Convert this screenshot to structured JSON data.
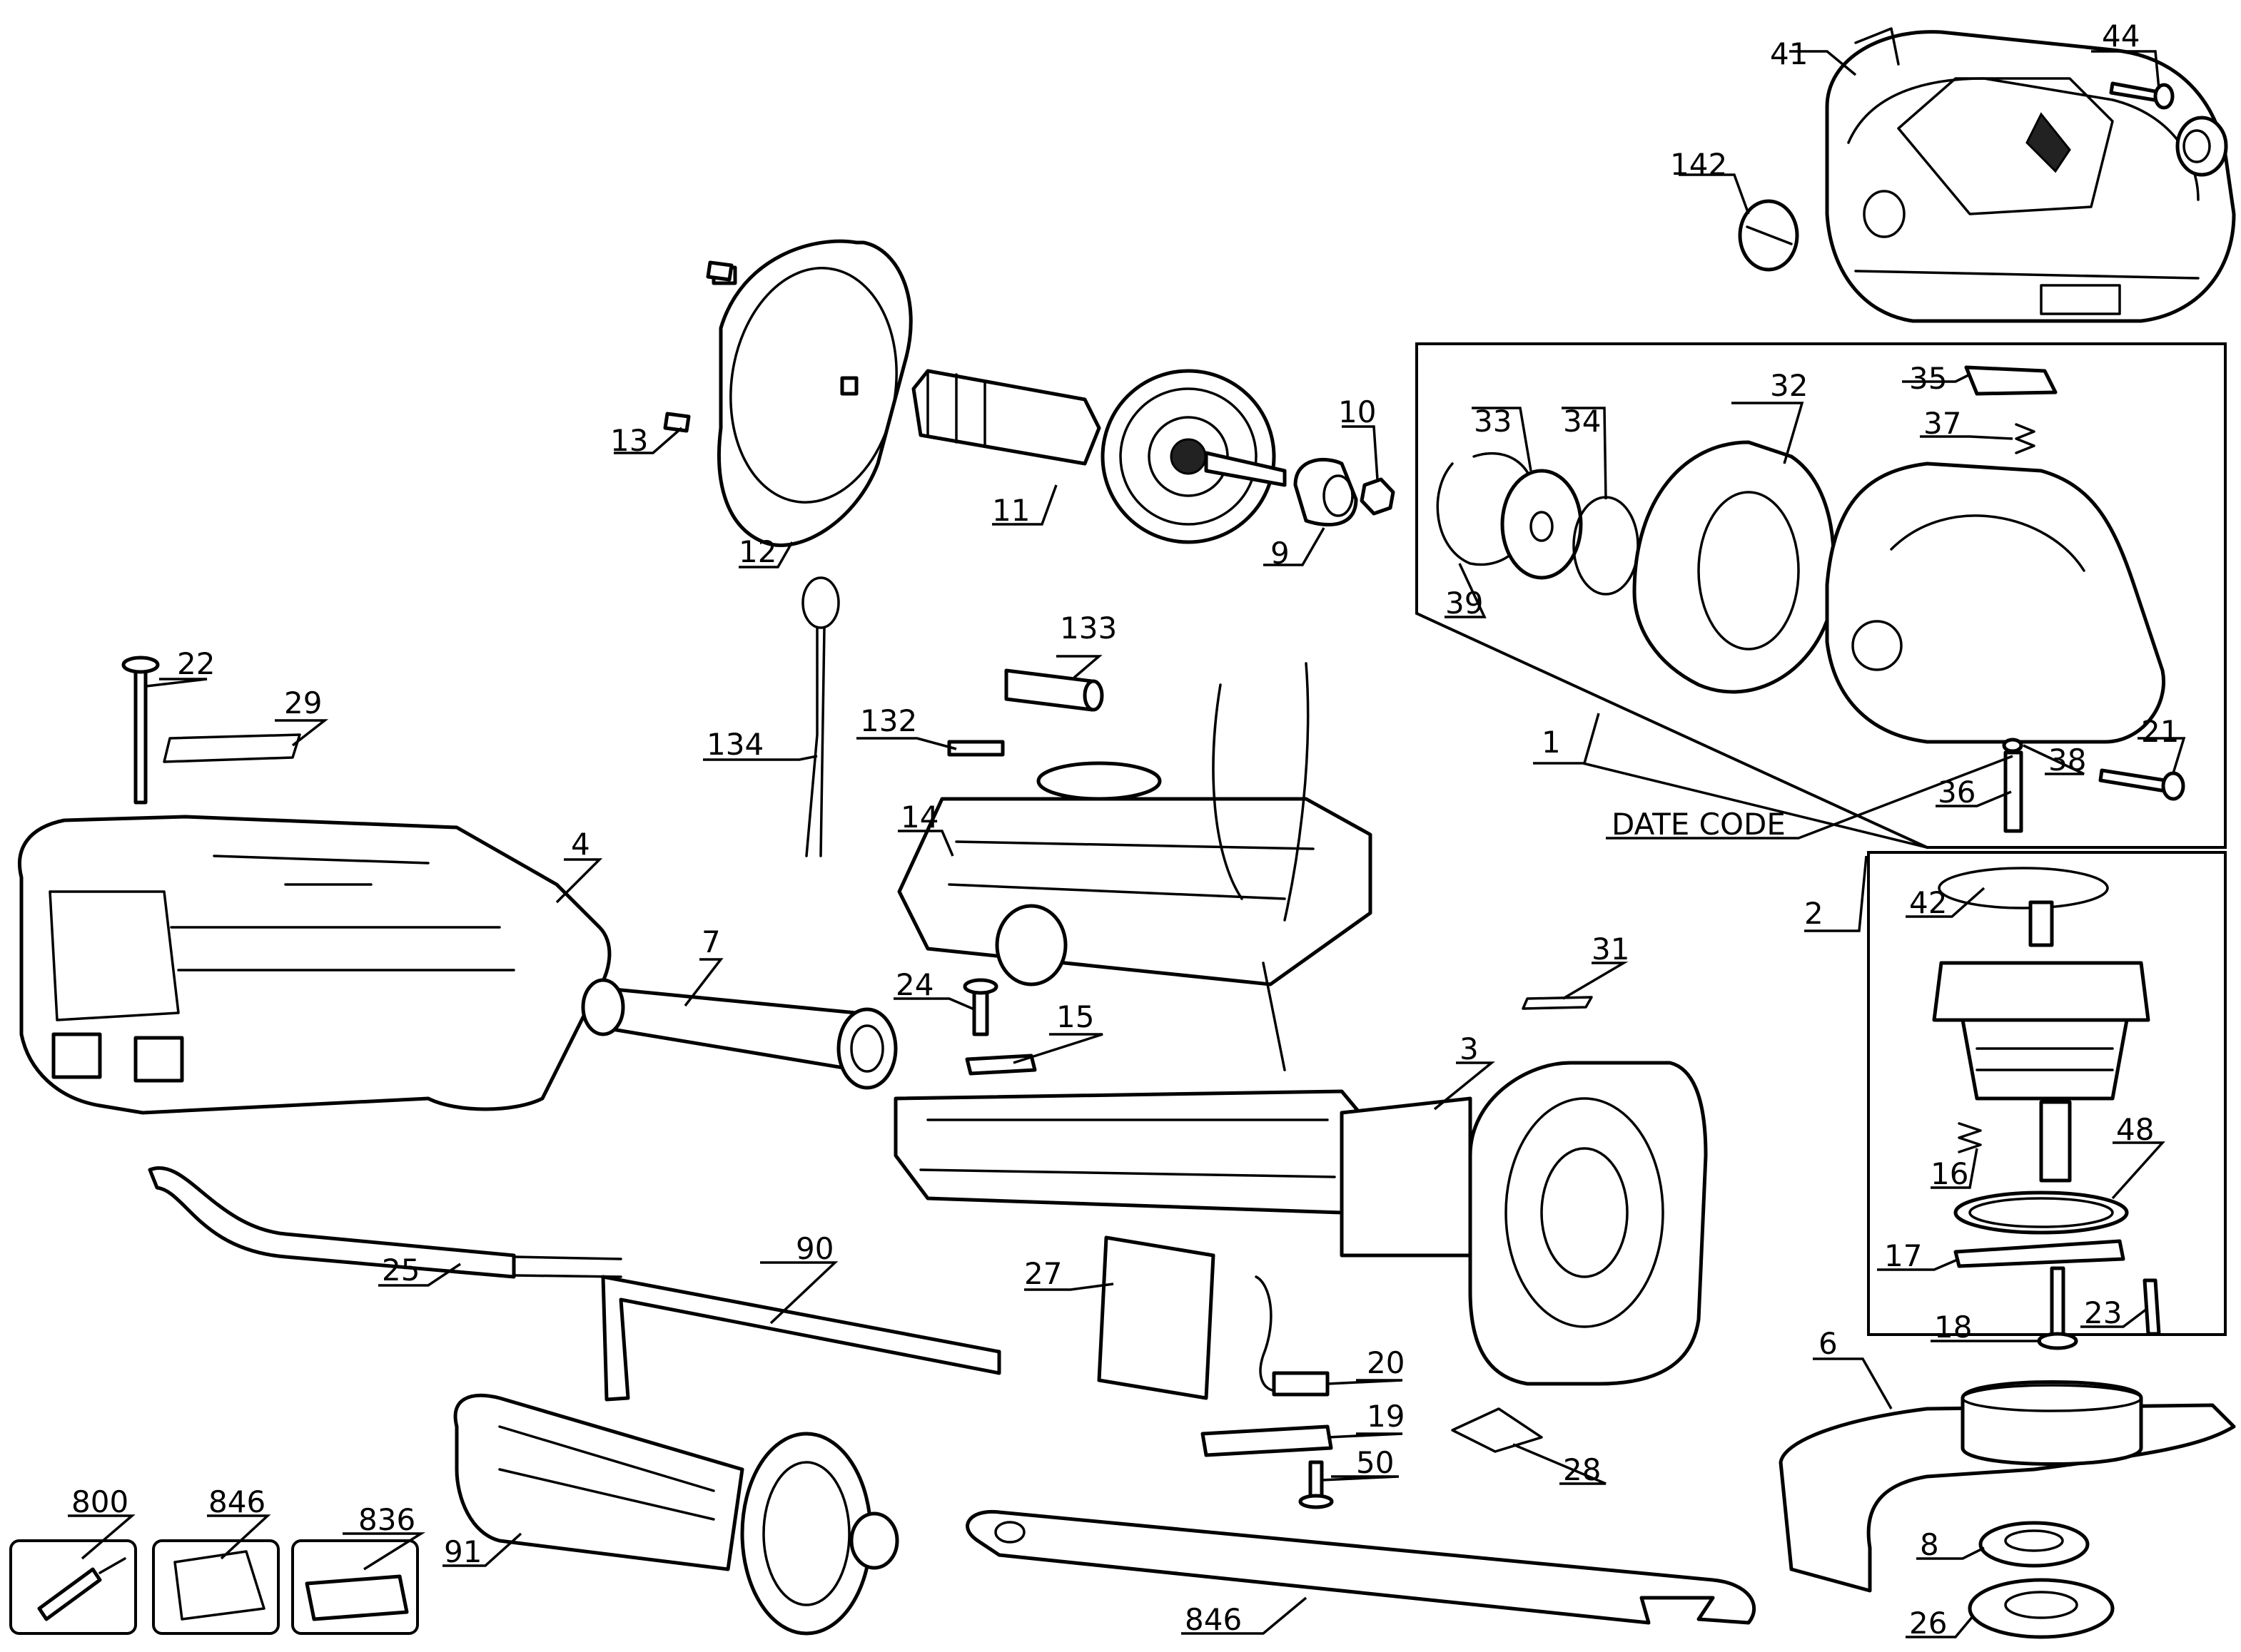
{
  "callouts": {
    "c1": "1",
    "c2": "2",
    "c3": "3",
    "c4": "4",
    "c6": "6",
    "c7": "7",
    "c8": "8",
    "c9": "9",
    "c10": "10",
    "c11": "11",
    "c12": "12",
    "c13": "13",
    "c14": "14",
    "c15": "15",
    "c16": "16",
    "c17": "17",
    "c18": "18",
    "c19": "19",
    "c20": "20",
    "c21": "21",
    "c22": "22",
    "c23": "23",
    "c24": "24",
    "c25": "25",
    "c26": "26",
    "c27": "27",
    "c28": "28",
    "c29": "29",
    "c31": "31",
    "c32": "32",
    "c33": "33",
    "c34": "34",
    "c35": "35",
    "c36": "36",
    "c37": "37",
    "c38": "38",
    "c39": "39",
    "c41": "41",
    "c42": "42",
    "c44": "44",
    "c48": "48",
    "c50": "50",
    "c90": "90",
    "c91": "91",
    "c132": "132",
    "c133": "133",
    "c134": "134",
    "c142": "142",
    "c800": "800",
    "c846a": "846",
    "c846b": "846",
    "c836": "836",
    "date_code": "DATE CODE"
  }
}
